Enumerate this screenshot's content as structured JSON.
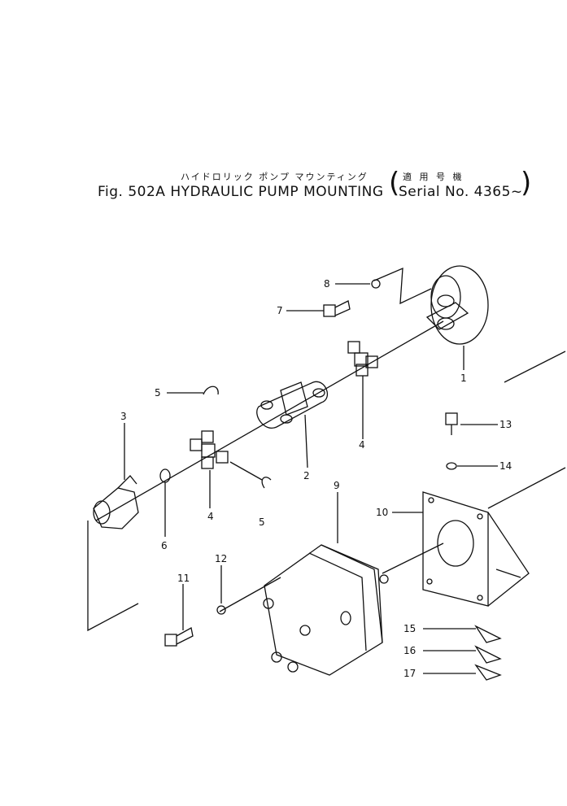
{
  "header": {
    "title_jp": "ハイドロリック ポンプ マウンティング",
    "title": "Fig. 502A  HYDRAULIC PUMP MOUNTING",
    "serial_jp": "適 用 号 機",
    "serial": "Serial No. 4365~"
  },
  "callouts": [
    "1",
    "2",
    "3",
    "4",
    "4",
    "5",
    "5",
    "6",
    "7",
    "8",
    "9",
    "10",
    "11",
    "12",
    "13",
    "14",
    "15",
    "16",
    "17"
  ]
}
